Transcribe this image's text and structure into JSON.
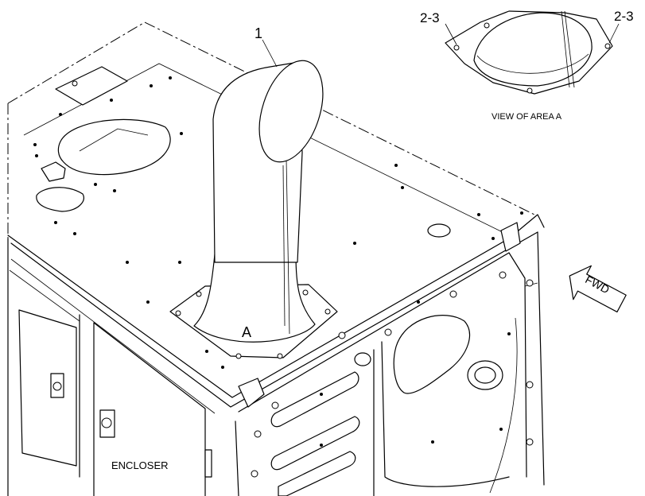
{
  "labels": {
    "part_1": "1",
    "callout_left": "2-3",
    "callout_right": "2-3",
    "view_caption": "VIEW OF AREA A",
    "area_marker": "A",
    "fwd": "FWD",
    "encloser": "ENCLOSER"
  }
}
